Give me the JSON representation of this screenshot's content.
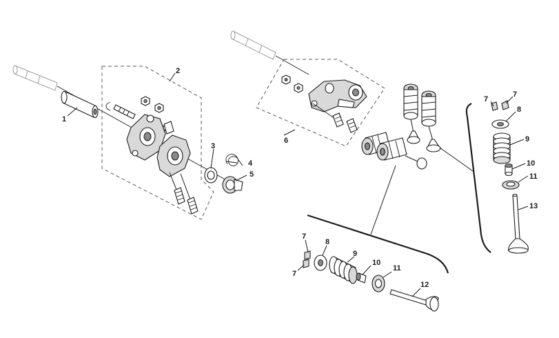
{
  "callouts": {
    "c1": "1",
    "c2": "2",
    "c3": "3",
    "c4": "4",
    "c5": "5",
    "c6": "6",
    "c7a": "7",
    "c7b": "7",
    "c8a": "8",
    "c9a": "9",
    "c10a": "10",
    "c11a": "11",
    "c13": "13",
    "c7c": "7",
    "c7d": "7",
    "c8b": "8",
    "c9b": "9",
    "c10b": "10",
    "c11b": "11",
    "c12": "12"
  }
}
